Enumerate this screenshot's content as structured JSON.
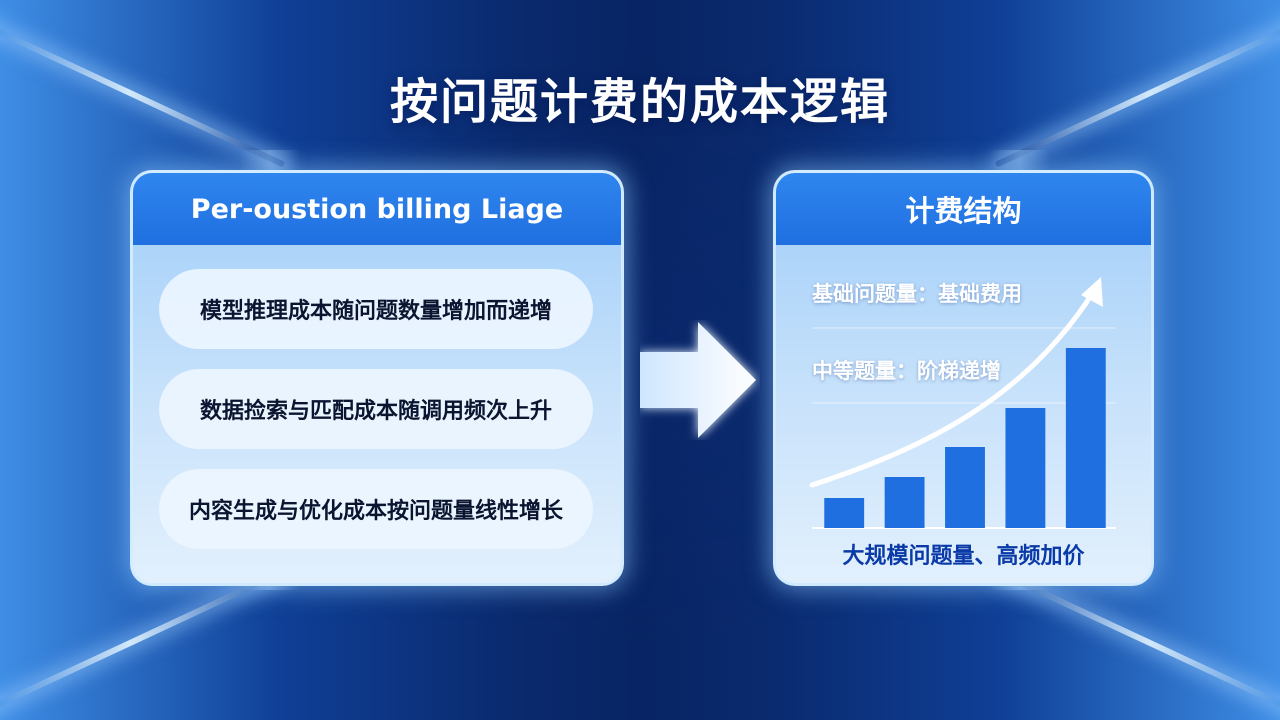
{
  "title": "按问题计费的成本逻辑",
  "left_panel": {
    "header": "Per-oustion billing Liage",
    "items": [
      "模型推理成本随问题数量增加而递增",
      "数据捡索与匹配成本随调用频次上升",
      "内容生成与优化成本按问题量线性增长"
    ]
  },
  "right_panel": {
    "header": "计费结构",
    "tiers": [
      "基础问题量：基础费用",
      "中等题量：阶梯递增"
    ],
    "caption": "大规模问题量、高频加价"
  },
  "chart_data": {
    "type": "bar",
    "categories": [
      "",
      "",
      "",
      "",
      ""
    ],
    "values": [
      1.0,
      1.7,
      2.7,
      4.0,
      6.0
    ],
    "trend": "increasing",
    "grid": true,
    "colors": {
      "bar": "#1f6fe0",
      "trend_arrow": "#ffffff"
    }
  },
  "colors": {
    "accent": "#1f6fe0",
    "background": "#0a2a6e"
  }
}
